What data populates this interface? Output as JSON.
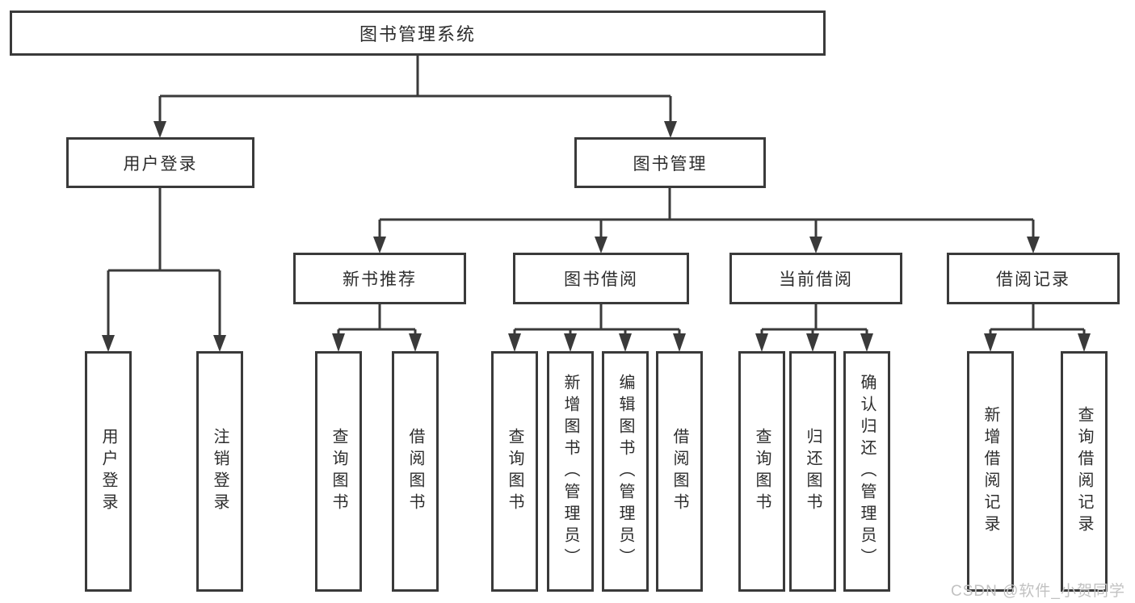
{
  "tree": {
    "root": {
      "label": "图书管理系统",
      "children": [
        {
          "label": "用户登录",
          "children": [
            {
              "label": "用户登录"
            },
            {
              "label": "注销登录"
            }
          ]
        },
        {
          "label": "图书管理",
          "children": [
            {
              "label": "新书推荐",
              "children": [
                {
                  "label": "查询图书"
                },
                {
                  "label": "借阅图书"
                }
              ]
            },
            {
              "label": "图书借阅",
              "children": [
                {
                  "label": "查询图书"
                },
                {
                  "label": "新增图书（管理员）"
                },
                {
                  "label": "编辑图书（管理员）"
                },
                {
                  "label": "借阅图书"
                }
              ]
            },
            {
              "label": "当前借阅",
              "children": [
                {
                  "label": "查询图书"
                },
                {
                  "label": "归还图书"
                },
                {
                  "label": "确认归还（管理员）"
                }
              ]
            },
            {
              "label": "借阅记录",
              "children": [
                {
                  "label": "新增借阅记录"
                },
                {
                  "label": "查询借阅记录"
                }
              ]
            }
          ]
        }
      ]
    }
  },
  "watermark": "CSDN @软件_小贺同学",
  "colors": {
    "line": "#3a3a3a",
    "box_border": "#3a3a3a",
    "box_fill": "#ffffff",
    "text": "#2d2d2d",
    "watermark": "#c2c2c2"
  }
}
